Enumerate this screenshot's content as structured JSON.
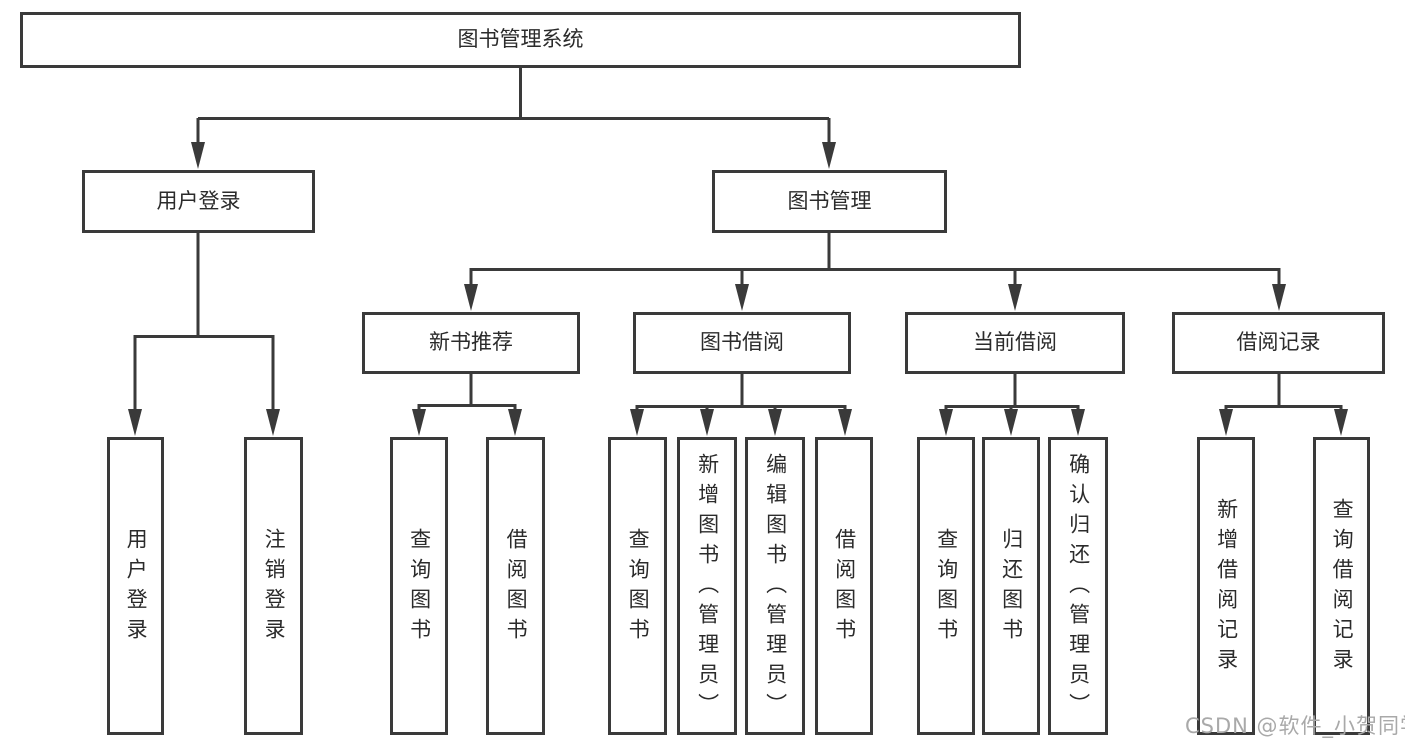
{
  "page": {
    "background": "#ffffff",
    "line_color": "#3a3a3a",
    "box_border_color": "#3a3a3a",
    "text_color": "#2b2b2b"
  },
  "watermark": {
    "text": "CSDN @软件_小贺同学",
    "color": "#a9a9a9"
  },
  "nodes": {
    "root": {
      "label": "图书管理系统"
    },
    "user_login": {
      "label": "用户登录"
    },
    "book_mgmt": {
      "label": "图书管理"
    },
    "login": {
      "label": "用户登录"
    },
    "logout": {
      "label": "注销登录"
    },
    "new_book_rec": {
      "label": "新书推荐"
    },
    "book_borrow": {
      "label": "图书借阅"
    },
    "current_borrow": {
      "label": "当前借阅"
    },
    "borrow_record": {
      "label": "借阅记录"
    },
    "nbr_query": {
      "label": "查询图书"
    },
    "nbr_borrow": {
      "label": "借阅图书"
    },
    "bb_query": {
      "label": "查询图书"
    },
    "bb_add": {
      "label": "新增图书（管理员）"
    },
    "bb_edit": {
      "label": "编辑图书（管理员）"
    },
    "bb_borrow": {
      "label": "借阅图书"
    },
    "cb_query": {
      "label": "查询图书"
    },
    "cb_return": {
      "label": "归还图书"
    },
    "cb_confirm": {
      "label": "确认归还（管理员）"
    },
    "br_add": {
      "label": "新增借阅记录"
    },
    "br_query": {
      "label": "查询借阅记录"
    }
  },
  "hierarchy": {
    "图书管理系统": {
      "用户登录": [
        "用户登录",
        "注销登录"
      ],
      "图书管理": {
        "新书推荐": [
          "查询图书",
          "借阅图书"
        ],
        "图书借阅": [
          "查询图书",
          "新增图书（管理员）",
          "编辑图书（管理员）",
          "借阅图书"
        ],
        "当前借阅": [
          "查询图书",
          "归还图书",
          "确认归还（管理员）"
        ],
        "借阅记录": [
          "新增借阅记录",
          "查询借阅记录"
        ]
      }
    }
  }
}
